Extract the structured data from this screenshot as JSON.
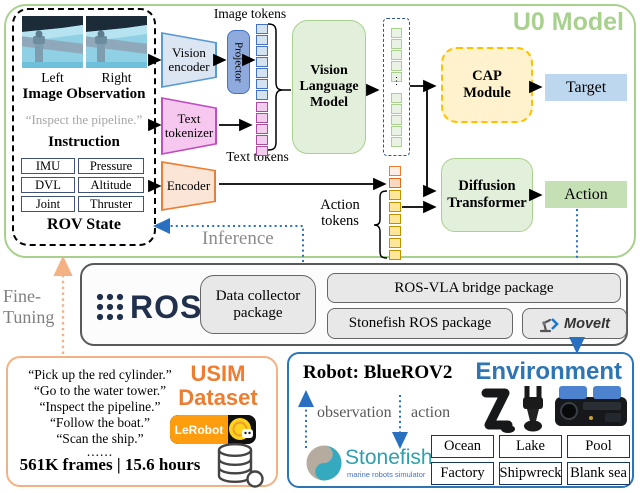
{
  "u0": {
    "title": "U0 Model",
    "obs": {
      "left": "Left",
      "right": "Right",
      "image_observation": "Image Observation",
      "quote": "“Inspect the pipeline.”",
      "instruction": "Instruction",
      "rov_state": "ROV State",
      "state": [
        [
          "IMU",
          "Pressure"
        ],
        [
          "DVL",
          "Altitude"
        ],
        [
          "Joint",
          "Thruster"
        ]
      ]
    },
    "vision_encoder": "Vision encoder",
    "projector": "Projector",
    "text_tokenizer": "Text tokenizer",
    "encoder": "Encoder",
    "image_tokens": "Image tokens",
    "text_tokens": "Text tokens",
    "action_tokens": "Action tokens",
    "vlm": "Vision Language Model",
    "cap": "CAP Module",
    "target": "Target",
    "diffusion": "Diffusion Transformer",
    "action": "Action",
    "ellipsis": "⋮"
  },
  "labels": {
    "inference": "Inference",
    "fine_tuning": "Fine-Tuning"
  },
  "ros": {
    "logo": "ROS",
    "data_collector": "Data collector package",
    "bridge": "ROS-VLA bridge package",
    "stonefish_pkg": "Stonefish ROS package",
    "moveit": "MoveIt"
  },
  "usim": {
    "title": "USIM Dataset",
    "quotes": [
      "“Pick up the red cylinder.”",
      "“Go to the water tower.”",
      "“Inspect the pipeline.”",
      "“Follow the boat.”",
      "“Scan the ship.”"
    ],
    "more": "......",
    "stats": "561K frames | 15.6 hours",
    "lerobot": "LeRobot"
  },
  "env": {
    "robot": "Robot: BlueROV2",
    "title": "Environment",
    "observation": "observation",
    "action": "action",
    "stonefish": "Stonefish",
    "stonefish_sub": "marine robots simulator",
    "scenes": [
      "Ocean",
      "Lake",
      "Pool",
      "Factory",
      "Shipwreck",
      "Blank sea"
    ]
  },
  "colors": {
    "green_accent": "#a9d18e",
    "orange_accent": "#ed7d31",
    "blue_accent": "#2e75b6",
    "yellow_accent": "#ffc000"
  }
}
